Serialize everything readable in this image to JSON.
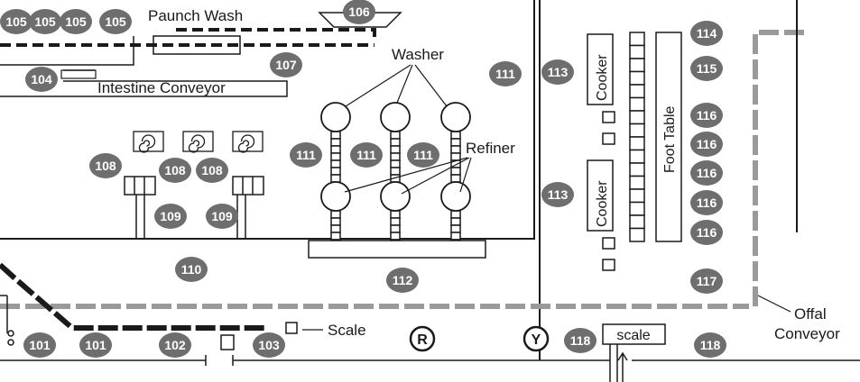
{
  "colors": {
    "ink": "#1a1a1a",
    "badge_fill": "#6e6e6e",
    "badge_text": "#ffffff",
    "gray_conveyor": "#9a9a9a",
    "background": "#ffffff"
  },
  "labels": {
    "paunch_wash": "Paunch Wash",
    "intestine_conveyor": "Intestine Conveyor",
    "washer": "Washer",
    "refiner": "Refiner",
    "cooker_top": "Cooker",
    "cooker_bottom": "Cooker",
    "foot_table": "Foot Table",
    "scale_small": "Scale",
    "scale_box": "scale",
    "offal_line1": "Offal",
    "offal_line2": "Conveyor"
  },
  "letters": [
    "R",
    "Y"
  ],
  "badges": [
    "105",
    "105",
    "105",
    "105",
    "106",
    "104",
    "107",
    "111",
    "113",
    "114",
    "115",
    "116",
    "116",
    "116",
    "116",
    "116",
    "108",
    "108",
    "108",
    "109",
    "109",
    "111",
    "111",
    "111",
    "113",
    "110",
    "112",
    "117",
    "101",
    "101",
    "102",
    "103",
    "118",
    "118"
  ]
}
